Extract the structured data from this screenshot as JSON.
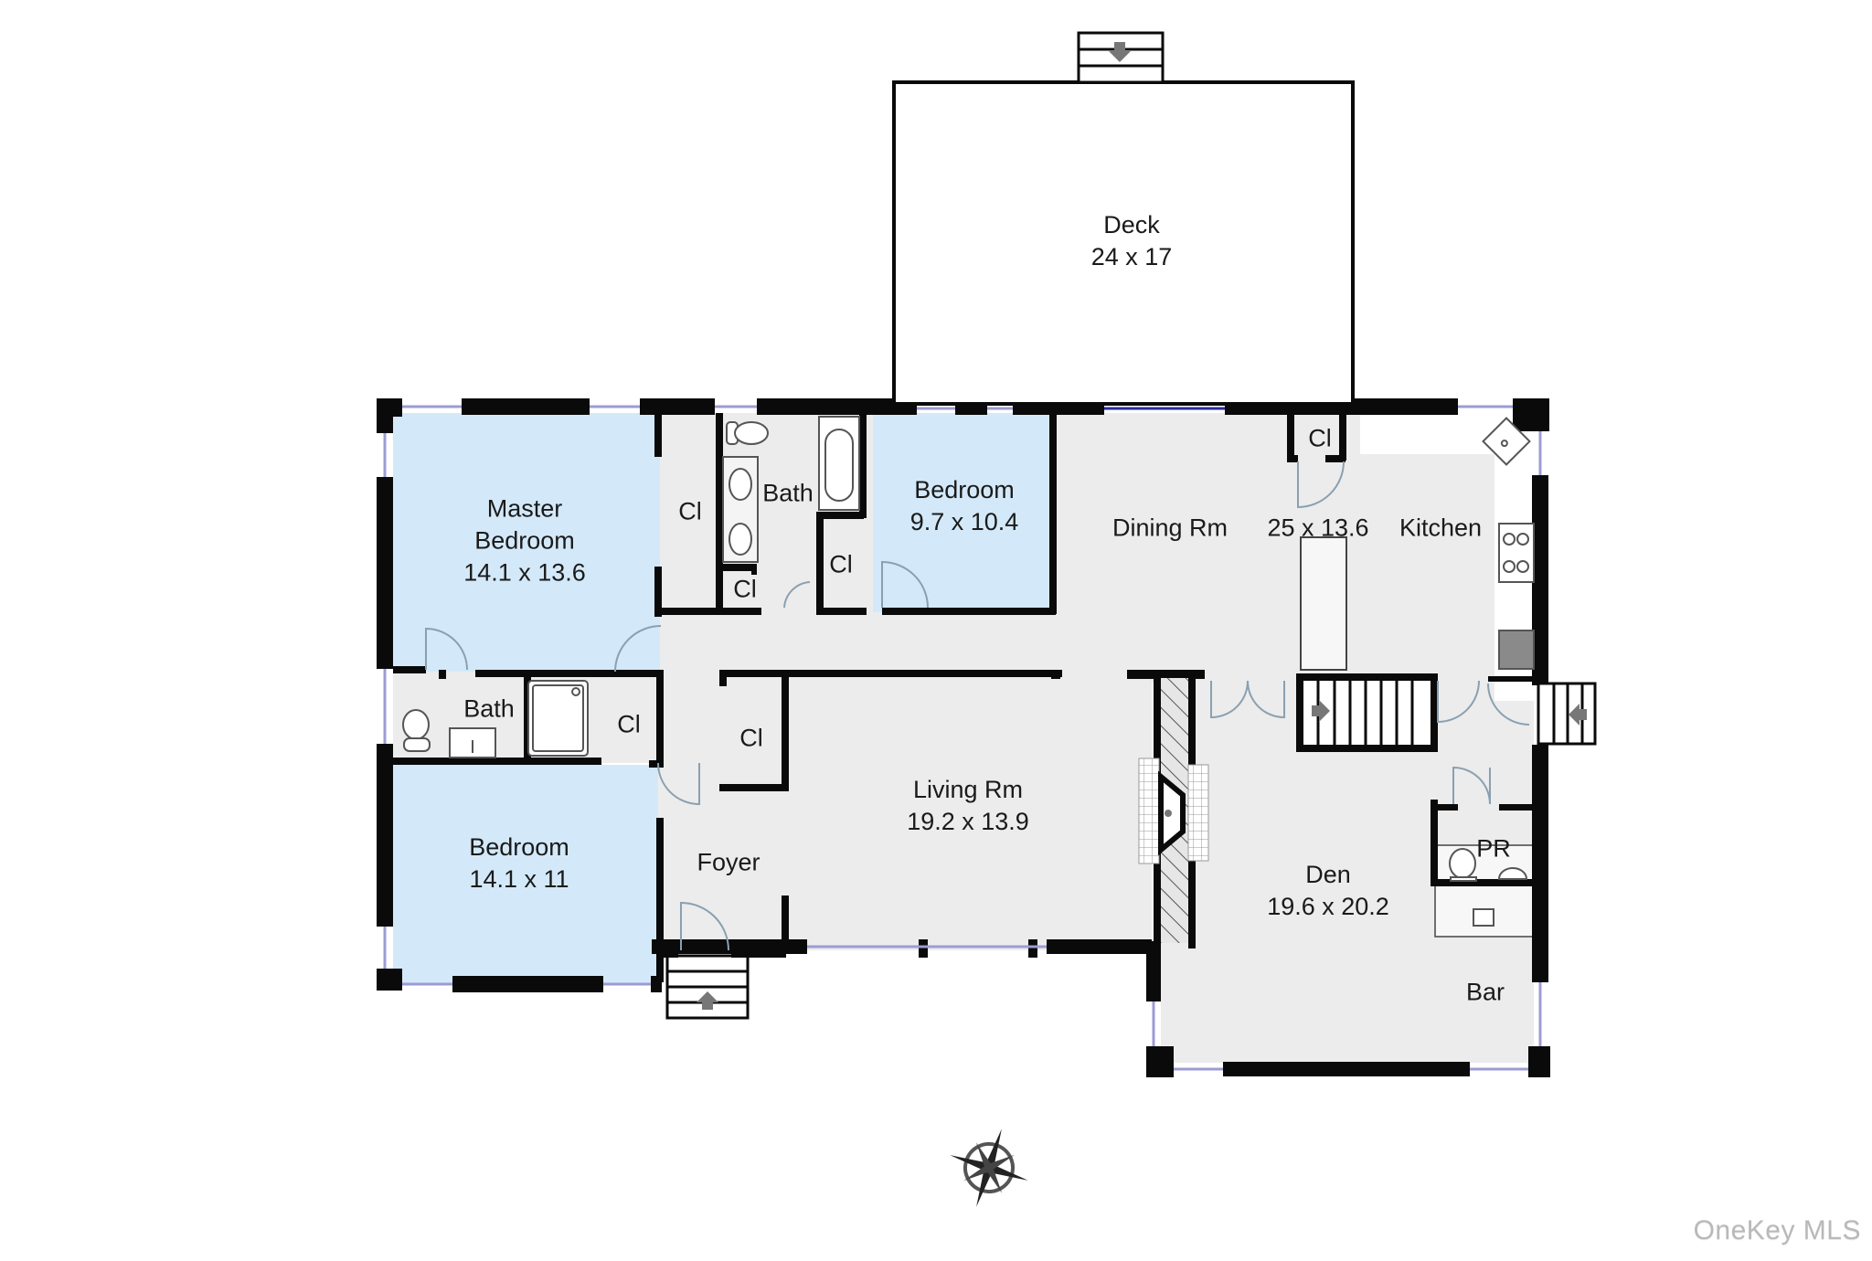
{
  "plan": {
    "colors": {
      "wall": "#0a0a0a",
      "floor_gray": "#ececec",
      "bedroom_blue": "#d3e9f9",
      "window": "#9c9cd4",
      "background": "#ffffff",
      "fixture_gray": "#8a8a8a"
    },
    "rooms": {
      "deck": {
        "name": "Deck",
        "dims": "24 x 17"
      },
      "master_bedroom": {
        "name_line1": "Master",
        "name_line2": "Bedroom",
        "dims": "14.1 x 13.6"
      },
      "master_closet": {
        "name": "Cl"
      },
      "hall_bath": {
        "name": "Bath"
      },
      "hall_closet_small": {
        "name": "Cl"
      },
      "bedroom2_closet": {
        "name": "Cl"
      },
      "bedroom2": {
        "name": "Bedroom",
        "dims": "9.7 x 10.4"
      },
      "dining": {
        "name": "Dining Rm"
      },
      "dining_kitchen_dims": {
        "dims": "25 x 13.6"
      },
      "kitchen": {
        "name": "Kitchen"
      },
      "kitchen_closet": {
        "name": "Cl"
      },
      "bath2": {
        "name": "Bath"
      },
      "bath2_closet": {
        "name": "Cl"
      },
      "foyer_closet": {
        "name": "Cl"
      },
      "bedroom3": {
        "name": "Bedroom",
        "dims": "14.1 x 11"
      },
      "foyer": {
        "name": "Foyer"
      },
      "living": {
        "name": "Living Rm",
        "dims": "19.2 x 13.9"
      },
      "den": {
        "name": "Den",
        "dims": "19.6 x 20.2"
      },
      "powder_room": {
        "name": "PR"
      },
      "bar": {
        "name": "Bar"
      }
    },
    "icons": [
      "compass-rose-icon",
      "stairs-arrow-icon",
      "toilet-icon",
      "sink-icon",
      "bathtub-icon",
      "shower-icon",
      "stove-icon",
      "fireplace-icon"
    ]
  },
  "watermark": "OneKey MLS"
}
